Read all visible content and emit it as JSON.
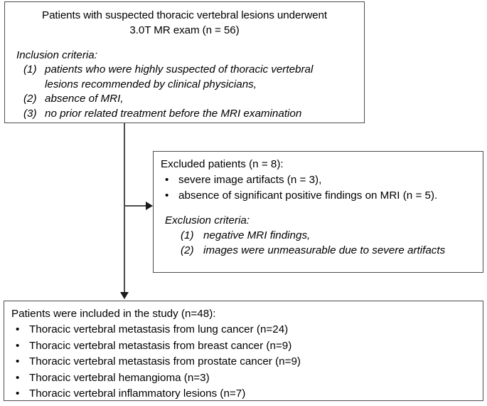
{
  "enrollment": {
    "title_line1": "Patients with suspected thoracic vertebral lesions underwent",
    "title_line2": "3.0T MR exam  (n = 56)",
    "criteria_heading": "Inclusion criteria:",
    "criteria": [
      {
        "num": "(1)",
        "text_line1": "patients who were highly suspected of thoracic vertebral",
        "text_line2": "lesions recommended by clinical physicians,"
      },
      {
        "num": "(2)",
        "text_line1": "absence of MRI,",
        "text_line2": ""
      },
      {
        "num": "(3)",
        "text_line1": "no prior related treatment before the MRI examination",
        "text_line2": ""
      }
    ]
  },
  "excluded": {
    "heading": "Excluded patients (n = 8):",
    "bullet_char": "•",
    "bullets": [
      "severe image artifacts (n = 3),",
      "absence of significant positive findings on MRI (n = 5)."
    ],
    "criteria_heading": "Exclusion criteria:",
    "criteria": [
      {
        "num": "(1)",
        "text": "negative MRI findings,"
      },
      {
        "num": "(2)",
        "text": "images were unmeasurable due to severe artifacts"
      }
    ]
  },
  "included": {
    "heading": "Patients were included in the study (n=48):",
    "bullet_char": "•",
    "bullets": [
      "Thoracic vertebral metastasis from lung cancer (n=24)",
      "Thoracic vertebral metastasis from breast cancer (n=9)",
      "Thoracic vertebral metastasis from prostate cancer (n=9)",
      "Thoracic vertebral hemangioma (n=3)",
      "Thoracic vertebral inflammatory lesions (n=7)"
    ]
  },
  "colors": {
    "border": "#4d4d4d",
    "arrow": "#1a1a1a",
    "text": "#000000",
    "background": "#ffffff"
  }
}
